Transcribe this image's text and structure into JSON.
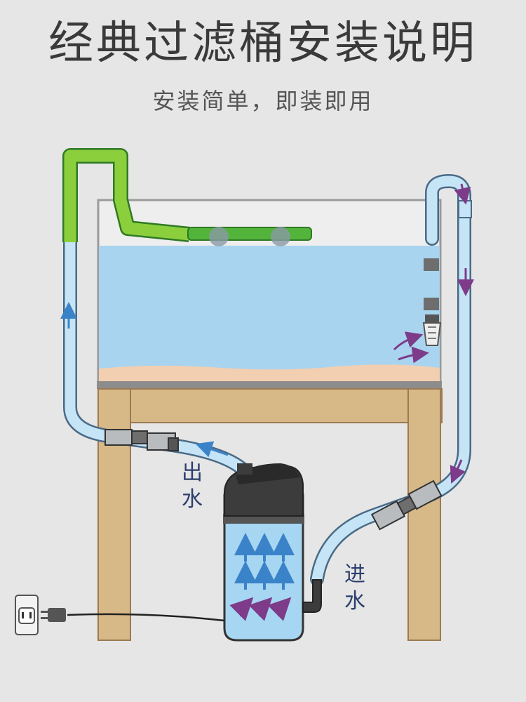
{
  "title": "经典过滤桶安装说明",
  "subtitle": "安装简单，即装即用",
  "labels": {
    "outlet_top": "出",
    "outlet_bottom": "水",
    "inlet_top": "进",
    "inlet_bottom": "水"
  },
  "colors": {
    "background": "#e6e6e6",
    "water": "#a9d4ef",
    "tank_outline": "#9a9a9a",
    "sand": "#f2cfb0",
    "table_wood": "#d7b887",
    "table_edge": "#9c7a52",
    "green_pipe": "#52b43a",
    "green_pipe_light": "#8ccf3c",
    "hose": "#c5e4f6",
    "hose_outline": "#4a6a86",
    "canister_body": "#a6d6f2",
    "canister_head": "#3c3c3c",
    "arrow_blue": "#3b83c9",
    "arrow_purple": "#7d3b8a"
  },
  "icons": [
    "wall-outlet-icon",
    "power-plug-icon",
    "flow-arrow-icon"
  ]
}
